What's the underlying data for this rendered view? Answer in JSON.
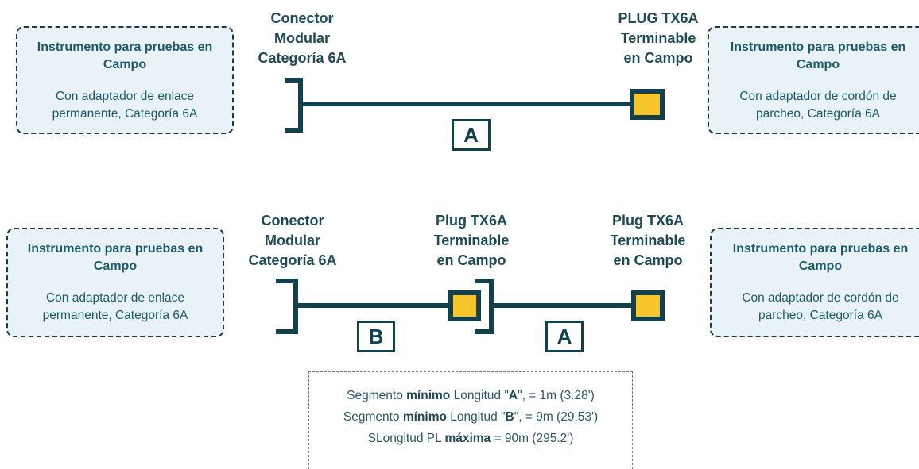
{
  "diagram": {
    "row1": {
      "left_box": {
        "title": "Instrumento para pruebas en Campo",
        "subtitle": "Con adaptador de enlace permanente, Categoría 6A"
      },
      "connector_label": [
        "Conector",
        "Modular",
        "Categoría 6A"
      ],
      "plug_label": [
        "PLUG TX6A",
        "Terminable",
        "en Campo"
      ],
      "right_box": {
        "title": "Instrumento para pruebas en Campo",
        "subtitle": "Con adaptador de cordón de parcheo, Categoría 6A"
      },
      "segment": "A"
    },
    "row2": {
      "left_box": {
        "title": "Instrumento para pruebas en Campo",
        "subtitle": "Con adaptador de enlace permanente, Categoría 6A"
      },
      "connector_label": [
        "Conector",
        "Modular",
        "Categoría 6A"
      ],
      "mid_plug_label": [
        "Plug TX6A",
        "Terminable",
        "en Campo"
      ],
      "plug_label": [
        "Plug TX6A",
        "Terminable",
        "en Campo"
      ],
      "right_box": {
        "title": "Instrumento para pruebas en Campo",
        "subtitle": "Con adaptador de cordón de parcheo, Categoría 6A"
      },
      "segment_left": "B",
      "segment_right": "A"
    },
    "notes": [
      {
        "pre": "Segmento ",
        "bold": "mínimo",
        "mid": " Longitud \"",
        "bold2": "A",
        "post": "\", = 1m (3.28')"
      },
      {
        "pre": "Segmento ",
        "bold": "mínimo",
        "mid": " Longitud \"",
        "bold2": "B",
        "post": "\", = 9m (29.53')"
      },
      {
        "pre": "SLongitud PL ",
        "bold": "máxima",
        "mid": " = 90m (295.2')",
        "bold2": "",
        "post": ""
      }
    ],
    "colors": {
      "line": "#12414d",
      "plug_fill": "#f5c52b",
      "box_fill": "#e9f3f7",
      "text": "#1b5a66"
    }
  }
}
